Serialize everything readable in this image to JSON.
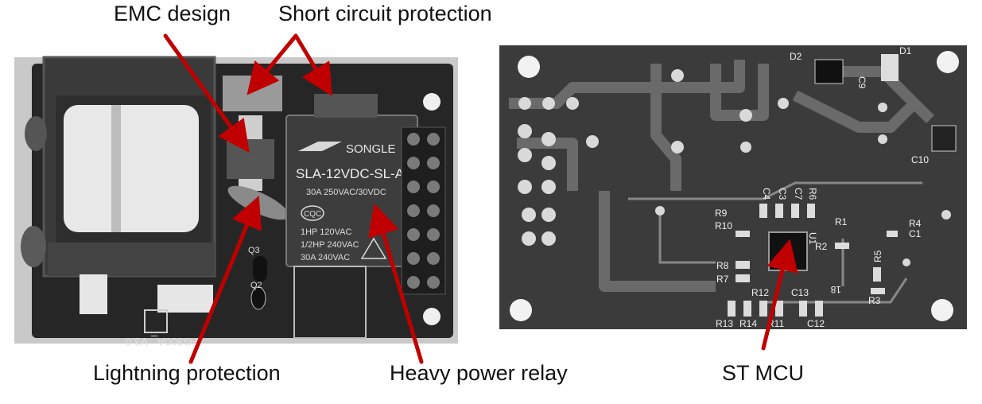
{
  "labels": {
    "emc": "EMC design",
    "short_circuit": "Short circuit protection",
    "lightning": "Lightning protection",
    "relay": "Heavy power relay",
    "mcu": "ST MCU"
  },
  "relay_print": {
    "brand": "SONGLE",
    "model": "SLA-12VDC-SL-A",
    "rating1": "30A 250VAC/30VDC",
    "cert": "CQC",
    "line1": "1HP 120VAC",
    "line2": "1/2HP 240VAC",
    "line3": "30A 240VAC"
  },
  "board_left_marks": {
    "q3": "Q3",
    "q2": "Q2",
    "board_id": "FG300A_ V3.0"
  },
  "board_right_marks": {
    "d1": "D1",
    "d2": "D2",
    "c9": "C9",
    "c10": "C10",
    "c4": "C4",
    "c3": "C3",
    "c7": "C7",
    "r6": "R6",
    "r9": "R9",
    "r10": "R10",
    "r1": "R1",
    "r2": "R2",
    "r4": "R4",
    "c1": "C1",
    "u1": "U1",
    "r5": "R5",
    "r8": "R8",
    "r7": "R7",
    "r12": "R12",
    "c13": "C13",
    "r3": "R3",
    "u8": "18",
    "r13": "R13",
    "r14": "R14",
    "r11": "R11",
    "c12": "C12"
  },
  "colors": {
    "arrow": "#c00000",
    "pcb_left": "#2a2a2a",
    "pcb_right": "#3b3b3b"
  }
}
